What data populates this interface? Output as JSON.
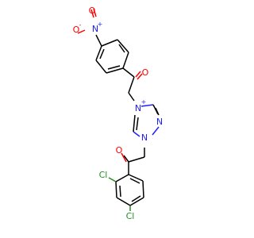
{
  "molecule": {
    "atoms": {
      "o_minus": {
        "label": "O",
        "color": "#ff0000"
      },
      "o_minus_charge": {
        "label": "-",
        "color": "#ff0000"
      },
      "n_nitro": {
        "label": "N",
        "color": "#2020ff"
      },
      "n_nitro_charge": {
        "label": "+",
        "color": "#2020ff"
      },
      "o_nitro_double": {
        "label": "O",
        "color": "#ff0000"
      },
      "o_ketone_top": {
        "label": "O",
        "color": "#ff0000"
      },
      "n4_plus": {
        "label": "N",
        "color": "#2020ff"
      },
      "n4_charge": {
        "label": "+",
        "color": "#2020ff"
      },
      "n2": {
        "label": "N",
        "color": "#2020ff"
      },
      "n1": {
        "label": "N",
        "color": "#2020ff"
      },
      "o_ketone_bottom": {
        "label": "O",
        "color": "#ff0000"
      },
      "cl_ortho": {
        "label": "Cl",
        "color": "#1f8f1f"
      },
      "cl_para": {
        "label": "Cl",
        "color": "#1f8f1f"
      }
    }
  }
}
